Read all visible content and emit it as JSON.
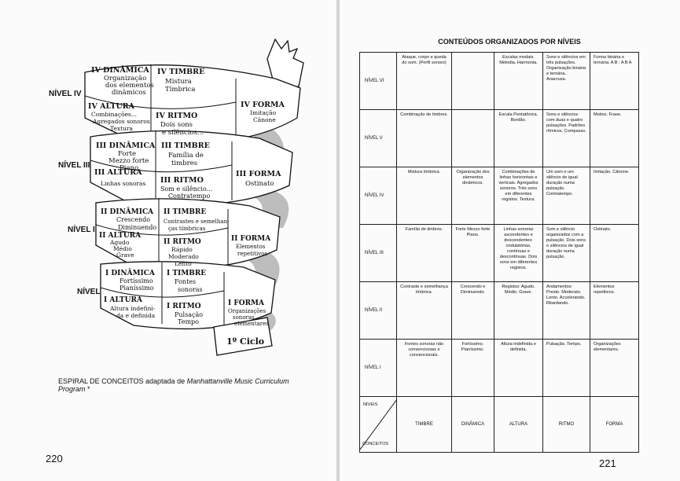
{
  "left_page": {
    "level_labels": [
      "NÍVEL IV",
      "NÍVEL III",
      "NÍVEL II",
      "NÍVEL I"
    ],
    "spiral": {
      "level_iv": {
        "dinamica": [
          "IV DINÂMICA",
          "Organização",
          "dos elementos",
          "dinâmicos"
        ],
        "timbre": [
          "IV TIMBRE",
          "Mistura",
          "Tímbrica"
        ],
        "altura": [
          "IV ALTURA",
          "Combinações...",
          "Agregados sonoros",
          "Textura"
        ],
        "ritmo": [
          "IV RITMO",
          "Dois sons",
          "e silêncios..."
        ],
        "forma": [
          "IV FORMA",
          "Imitação",
          "Cânone"
        ]
      },
      "level_iii": {
        "dinamica": [
          "III DINÂMICA",
          "Forte",
          "Mezzo forte",
          "Piano"
        ],
        "timbre": [
          "III TIMBRE",
          "Família de",
          "timbres"
        ],
        "altura": [
          "III ALTURA",
          "Linhas sonoras"
        ],
        "ritmo": [
          "III RITMO",
          "Som e silêncio...",
          "Contratempo"
        ],
        "forma": [
          "III FORMA",
          "Ostinato"
        ]
      },
      "level_ii": {
        "dinamica": [
          "II DINÂMICA",
          "Crescendo",
          "Diminuendo"
        ],
        "timbre": [
          "II TIMBRE",
          "Contrastes e semelhan-",
          "ças tímbricas"
        ],
        "altura": [
          "II ALTURA",
          "Agudo",
          "Médio",
          "Grave"
        ],
        "ritmo": [
          "II RITMO",
          "Rápido",
          "Moderado",
          "Lento"
        ],
        "forma": [
          "II FORMA",
          "Elementos",
          "repetitivos"
        ]
      },
      "level_i": {
        "dinamica": [
          "I DINÂMICA",
          "Fortíssimo",
          "Pianíssimo"
        ],
        "timbre": [
          "I TIMBRE",
          "Fontes",
          "sonoras"
        ],
        "altura": [
          "I ALTURA",
          "Altura indefini-",
          "da e definida"
        ],
        "ritmo": [
          "I RITMO",
          "Pulsação",
          "Tempo"
        ],
        "forma": [
          "I FORMA",
          "Organizações",
          "sonoras",
          "elementares"
        ]
      },
      "tag": "1º Ciclo"
    },
    "caption_main": "ESPIRAL DE CONCEITOS adaptada de",
    "caption_italic": "Manhattanville Music Curriculum Program",
    "caption_mark": "*",
    "page_number": "220"
  },
  "right_page": {
    "title": "CONTEÚDOS ORGANIZADOS POR NÍVEIS",
    "rows": [
      {
        "level": "NÍVEL VI",
        "timbre": "Ataque, corpo e queda do som. (Perfil sonoro)",
        "dinamica": "",
        "altura": "Escalas modais. Melodia. Harmonia.",
        "ritmo": "Sons e silêncios em três pulsações. Organização binária e ternária. Anacrusa.",
        "forma": "Forma binária e ternária. A B : A B A"
      },
      {
        "level": "NÍVEL V",
        "timbre": "Combinação de timbres.",
        "dinamica": "",
        "altura": "Escala Pentatônica. Bordão.",
        "ritmo": "Sons e silêncios com duas e quatro pulsações. Padrões rítmicos. Compasso.",
        "forma": "Motivo. Frase."
      },
      {
        "level": "NÍVEL IV",
        "timbre": "Mistura tímbrica.",
        "dinamica": "Organização dos elementos dinâmicos.",
        "altura": "Combinações de linhas horizontais e verticais. Agregados sonoros. Três sons em diferentes registos. Textura.",
        "ritmo": "Um som e um silêncio de igual duração numa pulsação. Contratempo.",
        "forma": "Imitação. Cânone."
      },
      {
        "level": "NÍVEL III",
        "timbre": "Família de timbres.",
        "dinamica": "Forte Mezzo forte Piano.",
        "altura": "Linhas sonoras ascendentes e descendentes: ondulatórias, contínuas e descontínuas. Dois sons em diferentes registos.",
        "ritmo": "Som e silêncio organizados com a pulsação. Dois sons e silêncios de igual duração numa pulsação.",
        "forma": "Ostinato."
      },
      {
        "level": "NÍVEL II",
        "timbre": "Contraste e semelhança tímbrica.",
        "dinamica": "Crescendo e Diminuendo.",
        "altura": "Registos: Agudo. Médio. Grave.",
        "ritmo": "Andamentos: Presto. Moderato. Lento. Accelerando. Ritardando.",
        "forma": "Elementos repetitivos."
      },
      {
        "level": "NÍVEL I",
        "timbre": "Fontes sonoras não convencionais e convencionais.",
        "dinamica": "Fortíssimo. Pianíssimo.",
        "altura": "Altura indefinida e definida.",
        "ritmo": "Pulsação. Tempo.",
        "forma": "Organizações elementares."
      }
    ],
    "corner_top": "NÍVEIS",
    "corner_bottom": "CONCEITOS",
    "columns": [
      "TIMBRE",
      "DINÂMICA",
      "ALTURA",
      "RITMO",
      "FORMA"
    ],
    "page_number": "221"
  }
}
